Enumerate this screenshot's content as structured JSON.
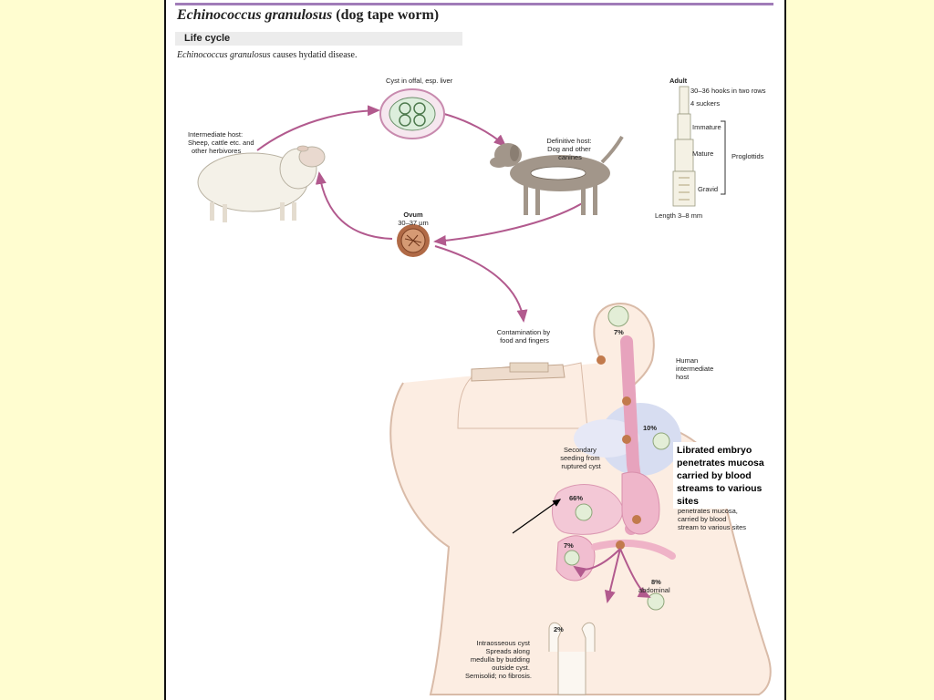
{
  "header": {
    "title_italic": "Echinococcus granulosus",
    "title_rest": " (dog tape worm)",
    "section": "Life cycle",
    "subtitle_italic": "Echinococcus granulosus",
    "subtitle_rest": " causes hydatid disease."
  },
  "lifecycle": {
    "cyst_label": "Cyst in offal, esp. liver",
    "intermediate_host": [
      "Intermediate host:",
      "Sheep, cattle etc. and",
      "other herbivores"
    ],
    "definitive_host": [
      "Definitive host:",
      "Dog and other",
      "canines"
    ],
    "ovum_title": "Ovum",
    "ovum_size": "30–37 µm"
  },
  "adult": {
    "title": "Adult",
    "hooks": "30–36 hooks in two rows",
    "suckers": "4 suckers",
    "immature": "Immature",
    "mature": "Mature",
    "gravid": "Gravid",
    "proglottids": "Proglottids",
    "length": "Length 3–8 mm"
  },
  "human": {
    "contamination": [
      "Contamination by",
      "food and fingers"
    ],
    "human_host": [
      "Human",
      "intermediate",
      "host"
    ],
    "secondary": [
      "Secondary",
      "seeding from",
      "ruptured cyst"
    ],
    "brain_pct": "7%",
    "lung_pct": "10%",
    "liver_pct": "66%",
    "kidney_pct": "7%",
    "abdominal_pct": "8%",
    "abdominal_label": "abdominal",
    "bone_pct": "2%",
    "penetrates": [
      "penetrates mucosa,",
      "carried by blood",
      "stream to various sites"
    ],
    "intraosseous": [
      "Intraosseous cyst",
      "Spreads along",
      "medulla by budding",
      "outside cyst.",
      "Semisolid; no fibrosis."
    ]
  },
  "callout": [
    "Librated embryo",
    "penetrates mucosa",
    "carried by blood",
    "streams to various",
    "sites"
  ]
}
